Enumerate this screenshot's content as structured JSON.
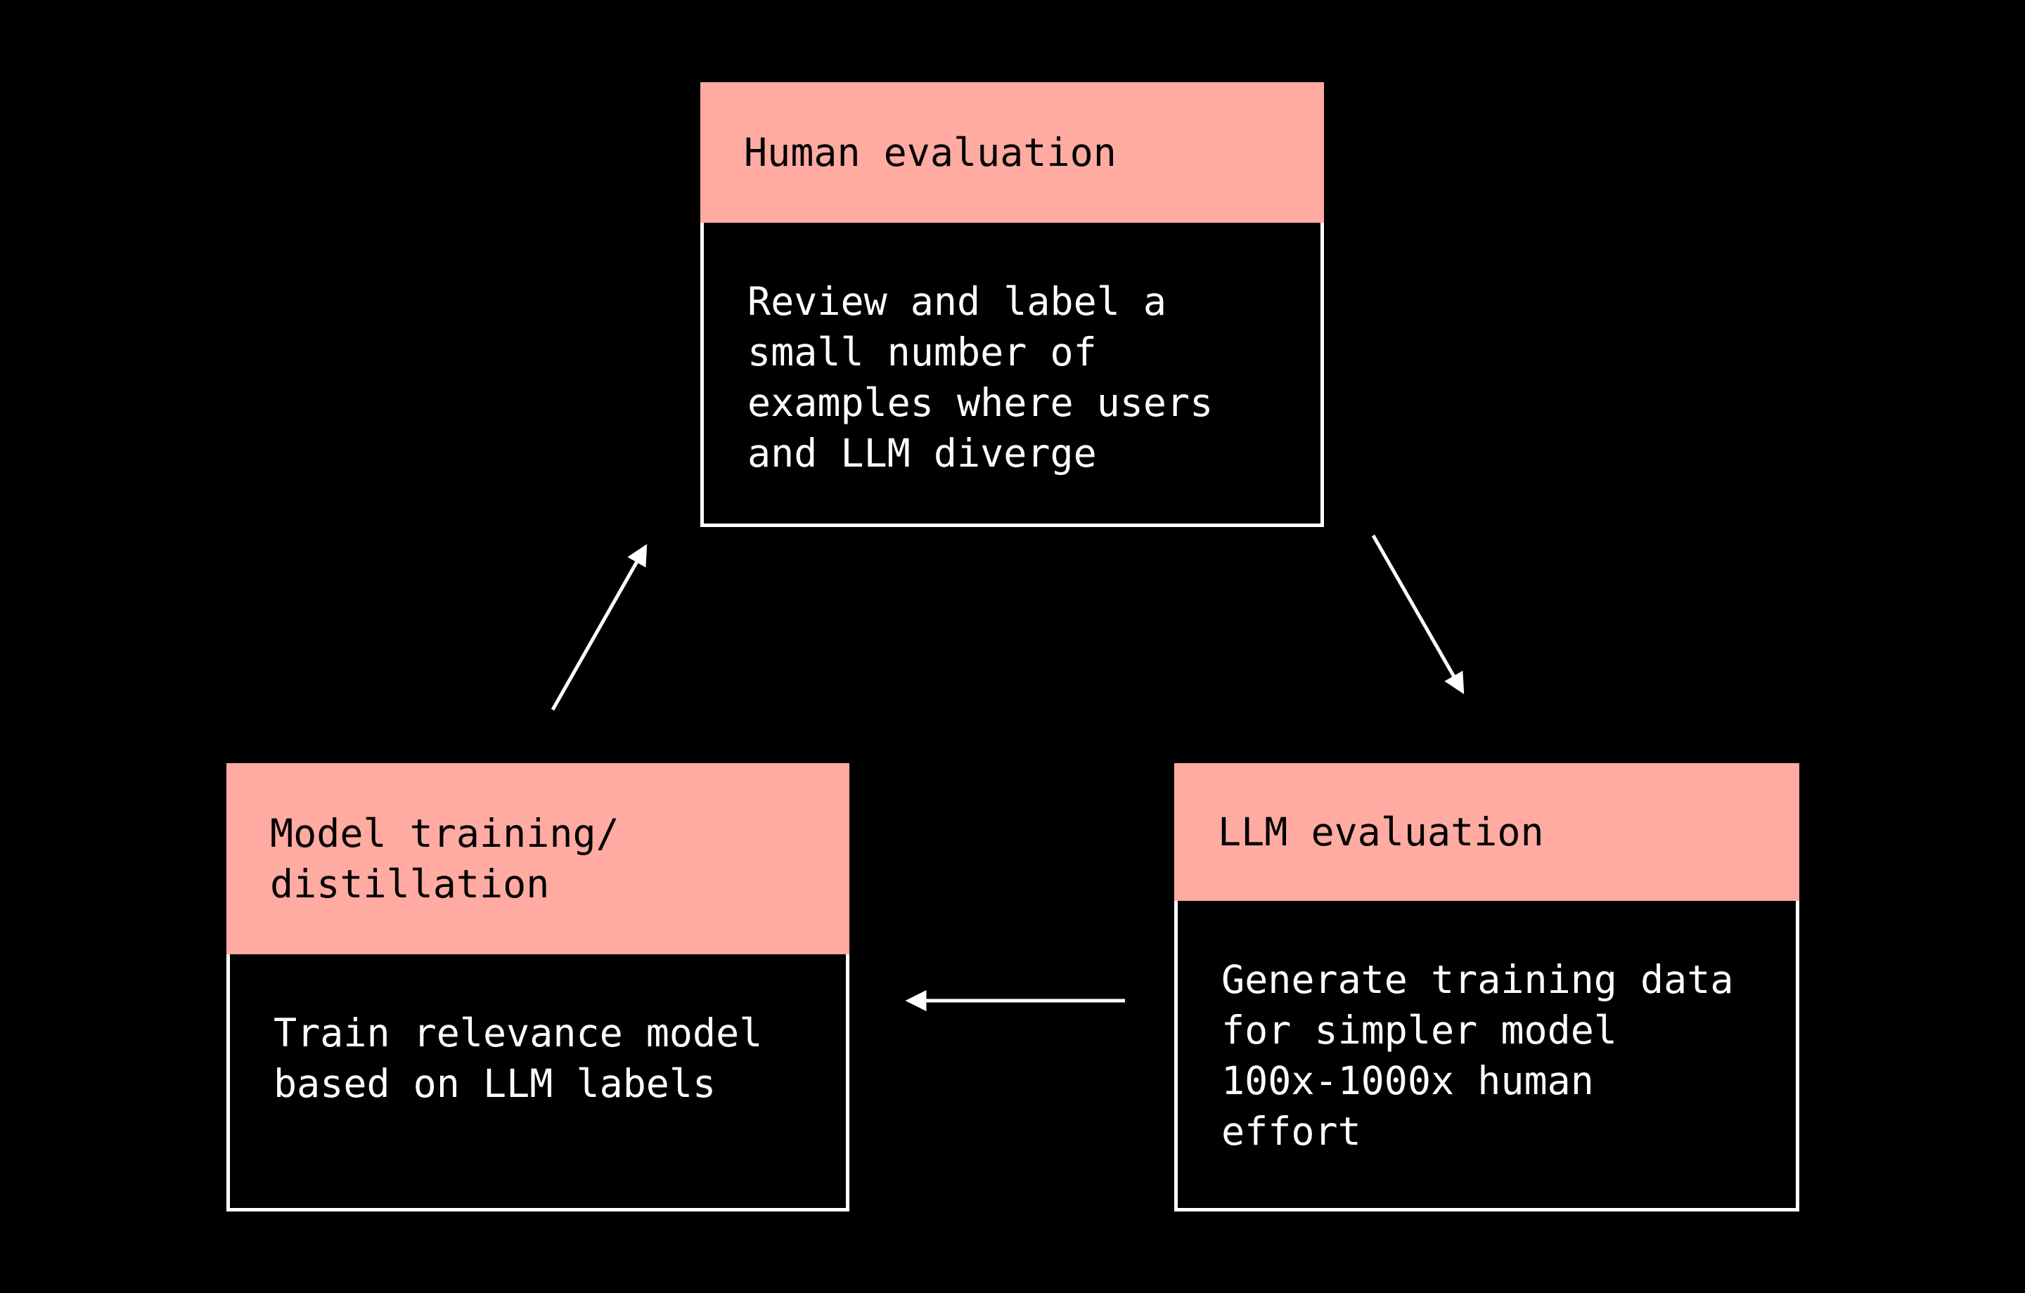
{
  "canvas": {
    "background": "#000000"
  },
  "colors": {
    "node_header_bg": "#ffaba2",
    "node_header_text": "#000000",
    "node_body_bg": "#000000",
    "node_body_text": "#ffffff",
    "node_border": "#ffffff",
    "arrow": "#ffffff"
  },
  "diagram": {
    "nodes": {
      "human": {
        "title": "Human evaluation",
        "body": "Review and label a\nsmall number of\nexamples where users\nand LLM diverge"
      },
      "llm": {
        "title": "LLM evaluation",
        "body": "Generate training data\nfor simpler model\n100x-1000x human\neffort"
      },
      "model": {
        "title": "Model training/\ndistillation",
        "body": "Train relevance model\nbased on LLM labels"
      }
    },
    "arrows": [
      {
        "from": "human",
        "to": "llm"
      },
      {
        "from": "llm",
        "to": "model"
      },
      {
        "from": "model",
        "to": "human"
      }
    ]
  }
}
